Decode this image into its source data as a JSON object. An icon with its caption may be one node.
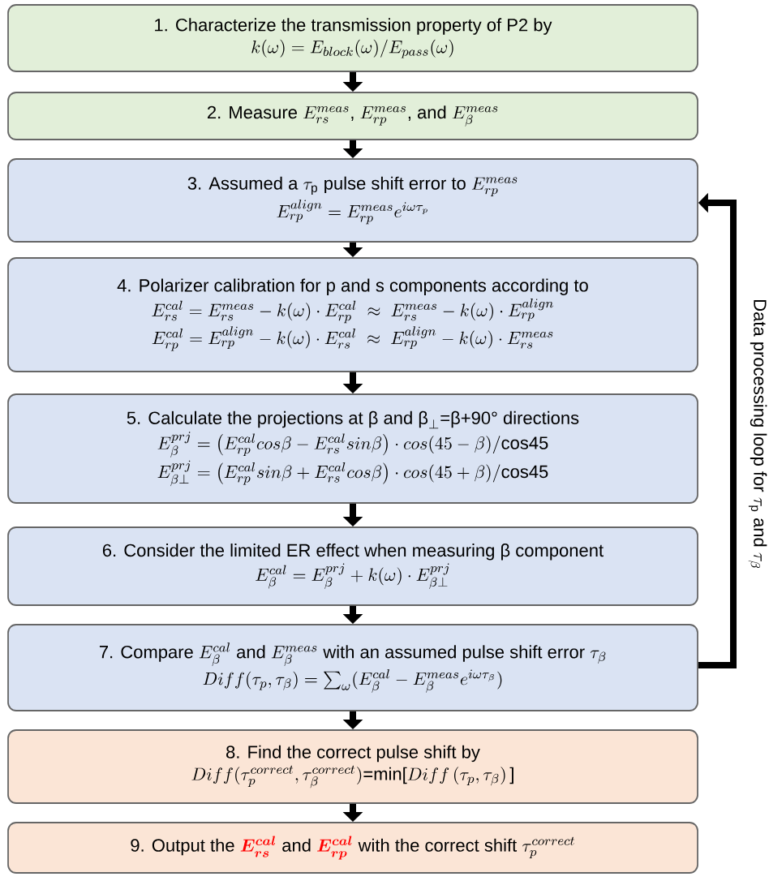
{
  "diagram": {
    "nodes": [
      {
        "text": [
          "\\text{1. Characterize the transmission property of P2 by}",
          "k(\\omega)=E_{block}(\\omega)/E_{pass}(\\omega)"
        ]
      },
      {
        "text": [
          "\\text{2. Measure }E_{rs}^{meas}\\text{, }E_{rp}^{meas}\\text{, and }E_{\\beta}^{meas}"
        ]
      },
      {
        "text": [
          "\\text{3. Assumed a }\\tau_{\\mathrm{p}}\\text{ pulse shift error to }E_{rp}^{meas}",
          "E_{rp}^{align}=E_{rp}^{meas}e^{i\\omega\\tau_p}"
        ]
      },
      {
        "text": [
          "\\text{4. Polarizer calibration for p and s  components according to}",
          "E_{rs}^{cal}=E_{rs}^{meas}-k(\\omega)\\cdot E_{rp}^{cal}\\;\\approx\\;E_{rs}^{meas}-k(\\omega)\\cdot E_{rp}^{align}",
          "E_{rp}^{cal}=E_{rp}^{align}-k(\\omega)\\cdot E_{rs}^{cal}\\;\\approx\\;E_{rp}^{align}-k(\\omega)\\cdot E_{rs}^{meas}"
        ]
      },
      {
        "text": [
          "\\text{5. Calculate the projections at β and β}_{\\perp}\\text{=β+90° directions}",
          "E_{\\beta}^{prj}=\\left(E_{rp}^{cal}cos\\beta-E_{rs}^{cal}sin\\beta\\right)\\cdot cos(45-\\beta)/\\mathrm{cos45}",
          "E_{\\beta\\perp}^{prj}=\\left(E_{rp}^{cal}sin\\beta+E_{rs}^{cal}cos\\beta\\right)\\cdot cos(45+\\beta)/\\mathrm{cos45}"
        ]
      },
      {
        "text": [
          "\\text{6. Consider the limited ER effect when measuring β component}",
          "E_{\\beta}^{cal}=E_{\\beta}^{prj}+k(\\omega)\\cdot E_{\\beta\\perp}^{prj}"
        ]
      },
      {
        "text": [
          "\\text{7. Compare }E_{\\beta}^{cal}\\text{ and }E_{\\beta}^{meas}\\text{ with an assumed pulse shift error }\\tau_{\\beta}",
          "Diff(\\tau_p,\\tau_\\beta)=\\sum_{\\omega}(E_{\\beta}^{cal}-E_{\\beta}^{meas}e^{i\\omega\\tau_\\beta})"
        ]
      },
      {
        "text": [
          "\\text{8. Find the correct pulse shift by}",
          "Diff(\\tau_p^{correct},\\tau_\\beta^{correct})\\text{=min[}Diff\\left(\\tau_p,\\tau_\\beta\\right)\\text{]}"
        ]
      },
      {
        "text": [
          "\\text{9. Output the }{\\color{red}\\boldsymbol{E_{rs}^{cal}}}\\text{ and }{\\color{red}\\boldsymbol{E_{rp}^{cal}}}\\text{ with the correct shift }\\tau_p^{correct}"
        ]
      }
    ],
    "edges": [
      {
        "from": 0,
        "to": 1,
        "arrow": "to"
      },
      {
        "from": 1,
        "to": 2,
        "arrow": "to"
      },
      {
        "from": 2,
        "to": 3,
        "arrow": "to"
      },
      {
        "from": 3,
        "to": 4,
        "arrow": "to"
      },
      {
        "from": 4,
        "to": 5,
        "arrow": "to"
      },
      {
        "from": 5,
        "to": 6,
        "arrow": "to"
      },
      {
        "from": 6,
        "to": 7,
        "arrow": "to"
      },
      {
        "from": 7,
        "to": 8,
        "arrow": "to"
      },
      {
        "from": 6,
        "to": 2,
        "arrow": "to",
        "label": "\\text{Data processing loop for }\\tau_{\\mathrm{p}}\\text{ and }\\tau_{\\beta}"
      }
    ]
  }
}
